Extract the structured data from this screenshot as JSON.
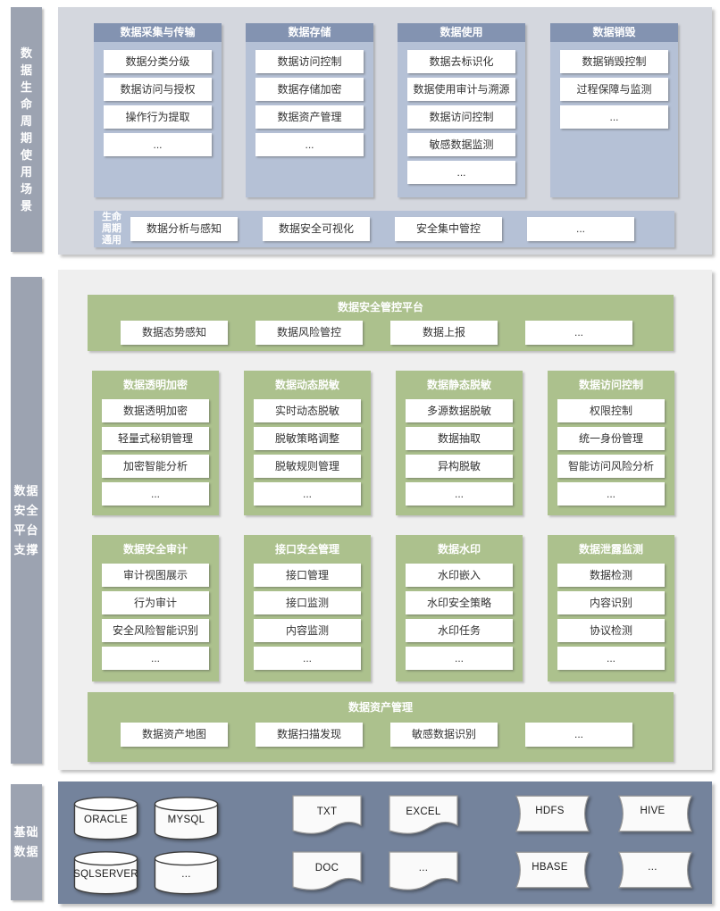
{
  "lifecycle_section": {
    "side_label": "数据生命周期使用场景",
    "columns": [
      {
        "title": "数据采集与传输",
        "items": [
          "数据分类分级",
          "数据访问与授权",
          "操作行为提取",
          "..."
        ]
      },
      {
        "title": "数据存储",
        "items": [
          "数据访问控制",
          "数据存储加密",
          "数据资产管理",
          "..."
        ]
      },
      {
        "title": "数据使用",
        "items": [
          "数据去标识化",
          "数据使用审计与溯源",
          "数据访问控制",
          "敏感数据监测",
          "..."
        ]
      },
      {
        "title": "数据销毁",
        "items": [
          "数据销毁控制",
          "过程保障与监测",
          "..."
        ]
      }
    ],
    "common_row": {
      "label": "生命周期通用",
      "items": [
        "数据分析与感知",
        "数据安全可视化",
        "安全集中管控",
        "..."
      ]
    }
  },
  "platform_section": {
    "side_label": "数据安全平台支撑",
    "control_platform": {
      "title": "数据安全管控平台",
      "items": [
        "数据态势感知",
        "数据风险管控",
        "数据上报",
        "..."
      ]
    },
    "modules": [
      {
        "title": "数据透明加密",
        "items": [
          "数据透明加密",
          "轻量式秘钥管理",
          "加密智能分析",
          "..."
        ]
      },
      {
        "title": "数据动态脱敏",
        "items": [
          "实时动态脱敏",
          "脱敏策略调整",
          "脱敏规则管理",
          "..."
        ]
      },
      {
        "title": "数据静态脱敏",
        "items": [
          "多源数据脱敏",
          "数据抽取",
          "异构脱敏",
          "..."
        ]
      },
      {
        "title": "数据访问控制",
        "items": [
          "权限控制",
          "统一身份管理",
          "智能访问风险分析",
          "..."
        ]
      },
      {
        "title": "数据安全审计",
        "items": [
          "审计视图展示",
          "行为审计",
          "安全风险智能识别",
          "..."
        ]
      },
      {
        "title": "接口安全管理",
        "items": [
          "接口管理",
          "接口监测",
          "内容监测",
          "..."
        ]
      },
      {
        "title": "数据水印",
        "items": [
          "水印嵌入",
          "水印安全策略",
          "水印任务",
          "..."
        ]
      },
      {
        "title": "数据泄露监测",
        "items": [
          "数据检测",
          "内容识别",
          "协议检测",
          "..."
        ]
      }
    ],
    "asset_platform": {
      "title": "数据资产管理",
      "items": [
        "数据资产地图",
        "数据扫描发现",
        "敏感数据识别",
        "..."
      ]
    }
  },
  "base_data_section": {
    "side_label": "基础数据",
    "databases": [
      "ORACLE",
      "MYSQL",
      "SQLSERVER",
      "..."
    ],
    "files": [
      "TXT",
      "EXCEL",
      "DOC",
      "..."
    ],
    "big_data": [
      "HDFS",
      "HIVE",
      "HBASE",
      "..."
    ]
  },
  "colors": {
    "column_header_blue": "#8393B1",
    "column_body_blue": "#B5C1D6",
    "lifecycle_panel_gray": "#D4D7DE",
    "platform_panel_gray": "#EFEFEF",
    "module_green": "#ACC18D",
    "sidebar_gray": "#9CA3B1",
    "base_panel_slate": "#74839C"
  }
}
